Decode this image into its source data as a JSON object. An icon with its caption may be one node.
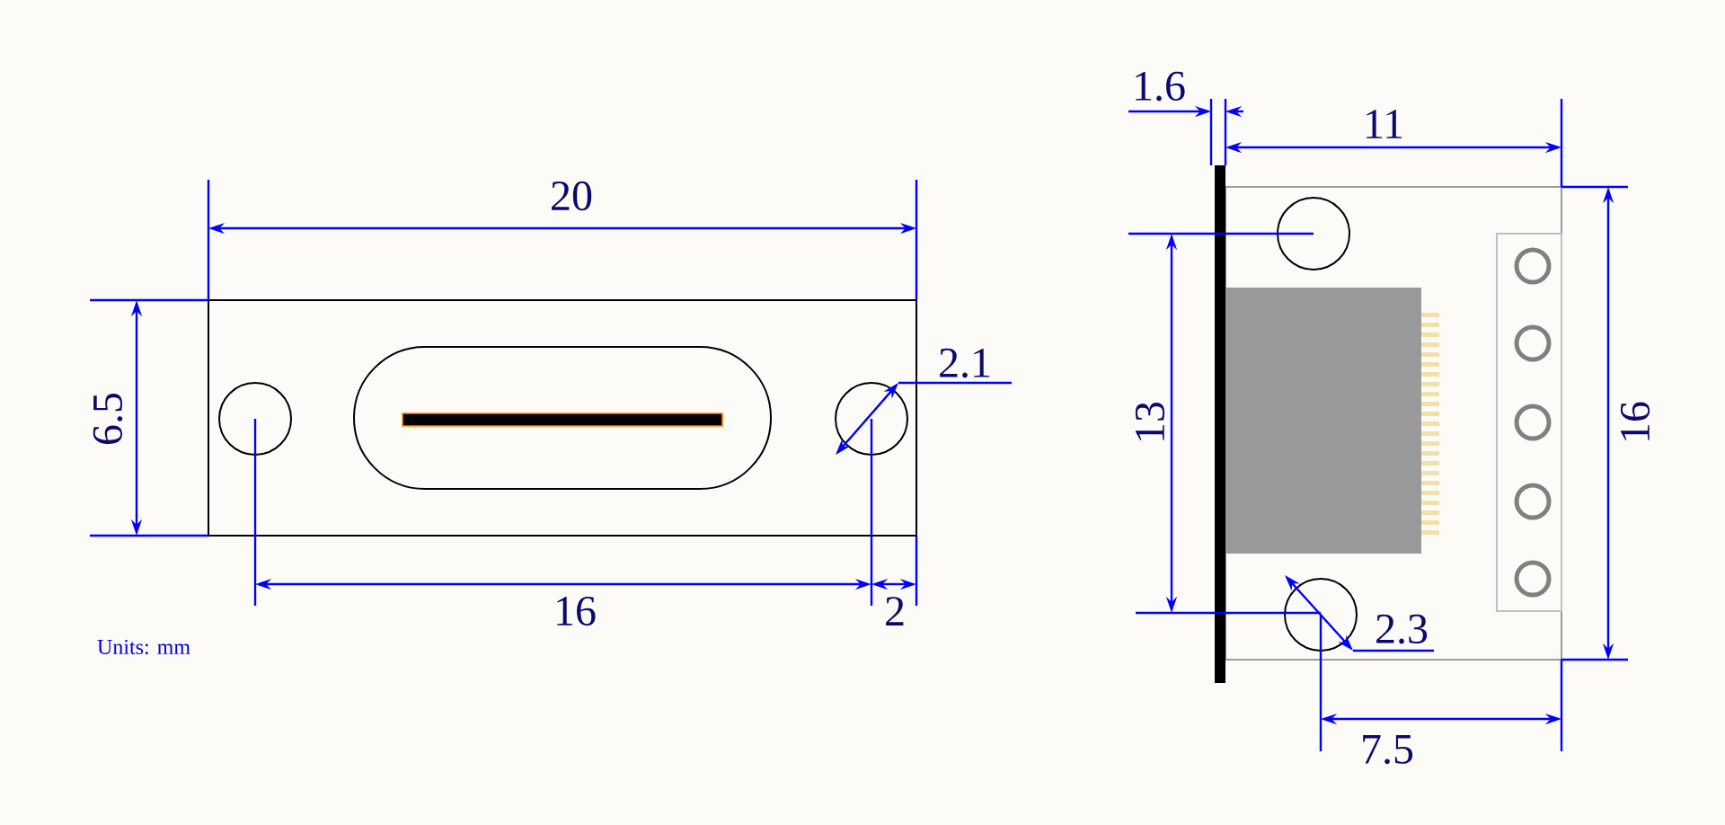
{
  "diagram": {
    "labels": [
      "20",
      "6.5",
      "2.1",
      "16",
      "2",
      "Units: mm",
      "1.6",
      "11",
      "13",
      "16",
      "2.3",
      "7.5"
    ]
  }
}
